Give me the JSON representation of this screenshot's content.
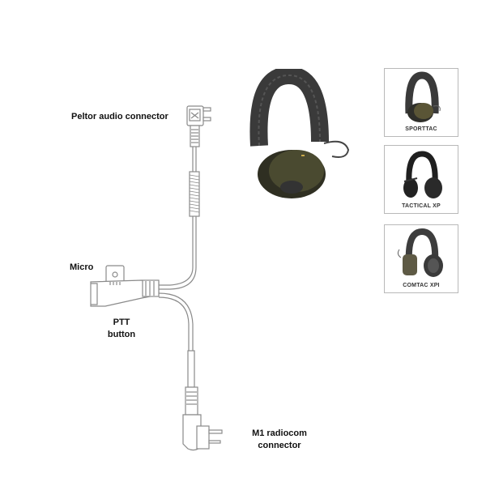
{
  "diagram": {
    "labels": {
      "peltor_connector": "Peltor audio connector",
      "micro": "Micro",
      "ptt_line1": "PTT",
      "ptt_line2": "button",
      "m1_line1": "M1 radiocom",
      "m1_line2": "connector"
    },
    "colors": {
      "line": "#8a8a8a",
      "headset_band": "#3a3a3a",
      "cup_green": "#4a4a30",
      "box_border": "#b9b9b9"
    }
  },
  "products": [
    {
      "name": "SPORTTAC",
      "cup_color": "#5a5536"
    },
    {
      "name": "TACTICAL XP",
      "cup_color": "#222222"
    },
    {
      "name": "COMTAC XPI",
      "cup_color": "#5e5a45"
    }
  ]
}
